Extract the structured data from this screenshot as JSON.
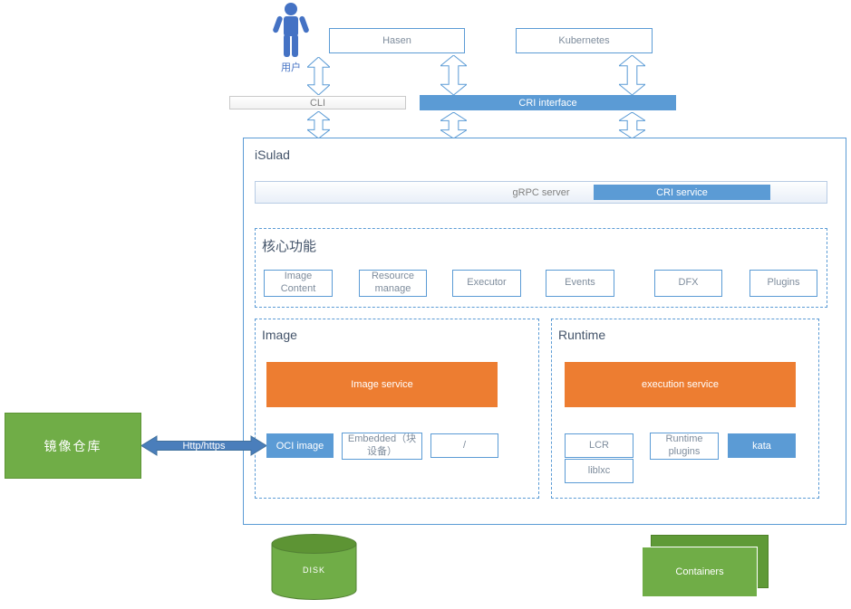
{
  "colors": {
    "accent_blue": "#5B9BD5",
    "person_blue": "#4472C4",
    "orange": "#ED7D31",
    "green": "#70AD47",
    "arrow_blue": "#4A7EBB"
  },
  "top": {
    "user_label": "用户",
    "hasen_label": "Hasen",
    "kubernetes_label": "Kubernetes",
    "cli_label": "CLI",
    "cri_interface_label": "CRI interface"
  },
  "isulad": {
    "title": "iSulad",
    "grpc_server_label": "gRPC server",
    "cri_service_label": "CRI service",
    "core": {
      "title": "核心功能",
      "items": [
        "Image Content",
        "Resource manage",
        "Executor",
        "Events",
        "DFX",
        "Plugins"
      ]
    },
    "image": {
      "title": "Image",
      "service_label": "Image service",
      "items": [
        "OCI image",
        "Embedded（块设备）",
        "/"
      ]
    },
    "runtime": {
      "title": "Runtime",
      "service_label": "execution service",
      "items": [
        "LCR",
        "Runtime plugins",
        "kata",
        "liblxc"
      ]
    }
  },
  "left": {
    "registry_label": "镜像仓库",
    "http_label": "Http/https"
  },
  "bottom": {
    "disk_label": "DISK",
    "containers_label": "Containers"
  }
}
